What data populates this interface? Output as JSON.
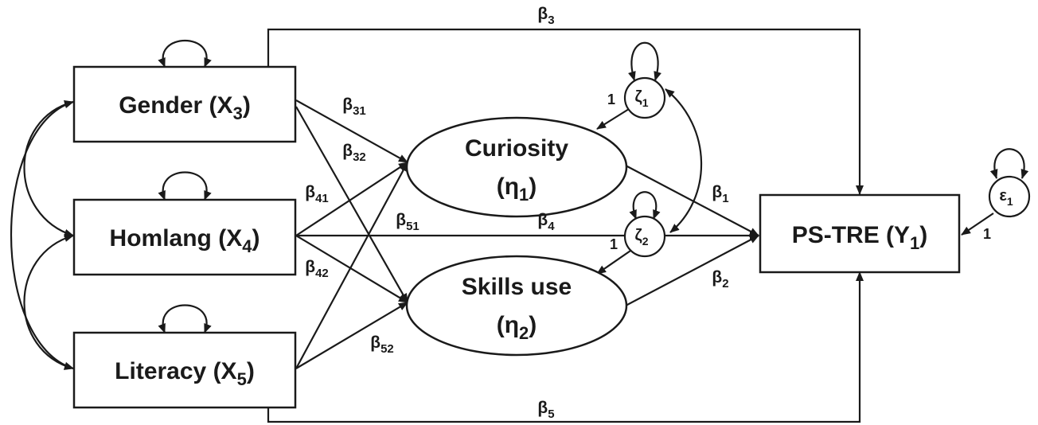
{
  "nodes": {
    "gender": {
      "name": "Gender (X",
      "sub": "3",
      "close": ")"
    },
    "homlang": {
      "name": "Homlang (X",
      "sub": "4",
      "close": ")"
    },
    "literacy": {
      "name": "Literacy (X",
      "sub": "5",
      "close": ")"
    },
    "curiosity": {
      "name": "Curiosity",
      "line2": "(η",
      "sub": "1",
      "close": ")"
    },
    "skills": {
      "name": "Skills use",
      "line2": "(η",
      "sub": "2",
      "close": ")"
    },
    "pstre": {
      "name": "PS-TRE (Y",
      "sub": "1",
      "close": ")"
    },
    "zeta1": {
      "sym": "ζ",
      "sub": "1"
    },
    "zeta2": {
      "sym": "ζ",
      "sub": "2"
    },
    "eps1": {
      "sym": "ε",
      "sub": "1"
    }
  },
  "coefficients": {
    "b3": {
      "sym": "β",
      "sub": "3"
    },
    "b5": {
      "sym": "β",
      "sub": "5"
    },
    "b31": {
      "sym": "β",
      "sub": "31"
    },
    "b32": {
      "sym": "β",
      "sub": "32"
    },
    "b41": {
      "sym": "β",
      "sub": "41"
    },
    "b42": {
      "sym": "β",
      "sub": "42"
    },
    "b51": {
      "sym": "β",
      "sub": "51"
    },
    "b52": {
      "sym": "β",
      "sub": "52"
    },
    "b4": {
      "sym": "β",
      "sub": "4"
    },
    "b1": {
      "sym": "β",
      "sub": "1"
    },
    "b2": {
      "sym": "β",
      "sub": "2"
    }
  },
  "loadings": {
    "zeta1": "1",
    "zeta2": "1",
    "eps1": "1"
  }
}
